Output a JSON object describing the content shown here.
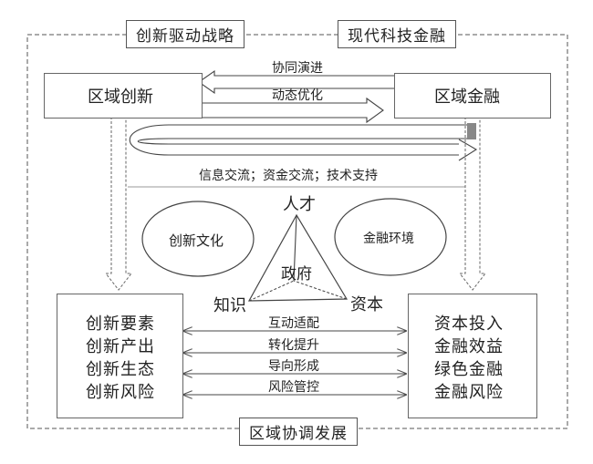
{
  "top": {
    "left_title": "创新驱动战略",
    "right_title": "现代科技金融"
  },
  "left_box": {
    "label": "区域创新"
  },
  "right_box": {
    "label": "区域金融"
  },
  "top_arrows": {
    "arrow1": "协同演进",
    "arrow2": "动态优化"
  },
  "exchange_label": "信息交流；资金交流；技术支持",
  "center": {
    "culture": "创新文化",
    "finance_env": "金融环境",
    "talent": "人才",
    "government": "政府",
    "knowledge": "知识",
    "capital": "资本"
  },
  "bottom_left": {
    "items": [
      "创新要素",
      "创新产出",
      "创新生态",
      "创新风险"
    ]
  },
  "bottom_right": {
    "items": [
      "资本投入",
      "金融效益",
      "绿色金融",
      "金融风险"
    ]
  },
  "bottom_arrows": [
    "互动适配",
    "转化提升",
    "导向形成",
    "风险管控"
  ],
  "bottom_title": "区域协调发展"
}
